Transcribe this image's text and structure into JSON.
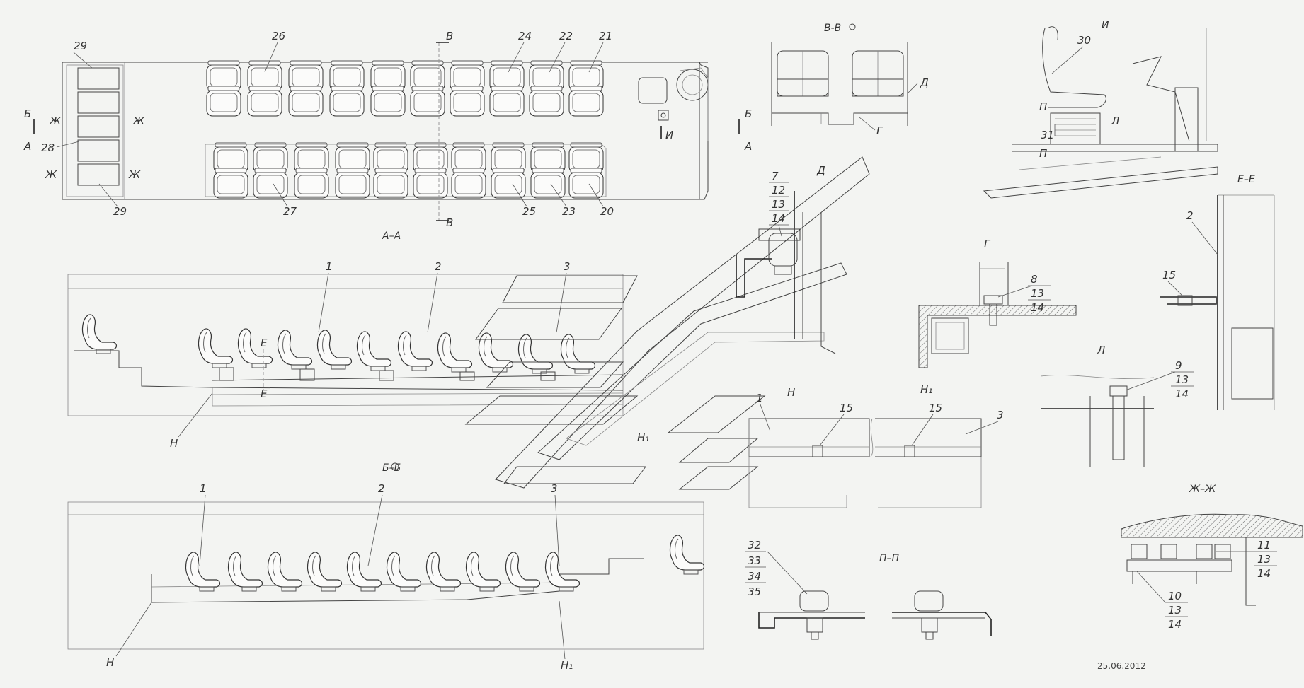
{
  "labels": {
    "sec_AA": "А–А",
    "sec_BB": "Б–Б",
    "sec_VV": "В-В",
    "view_I": "И",
    "sec_EE": "Е–Е",
    "sec_ZhZh": "Ж–Ж",
    "sec_PP": "П–П",
    "view_D": "Д",
    "view_G": "Г",
    "view_L": "Л",
    "view_N": "Н",
    "view_N1": "Н₁",
    "mark_B": "Б",
    "mark_A": "А",
    "mark_Zh": "Ж",
    "mark_V": "В",
    "mark_I": "И",
    "mark_E": "Е",
    "mark_P": "П",
    "mark_D": "Д",
    "mark_G": "Г",
    "mark_L": "Л",
    "mark_N": "Н",
    "mark_N1": "Н₁"
  },
  "plan_callouts": {
    "c29a": "29",
    "c26": "26",
    "c24": "24",
    "c22": "22",
    "c21": "21",
    "c28": "28",
    "c29b": "29",
    "c27": "27",
    "c25": "25",
    "c23": "23",
    "c20": "20"
  },
  "aa_callouts": {
    "c1": "1",
    "c2": "2",
    "c3": "3"
  },
  "bb_callouts": {
    "c1": "1",
    "c2": "2",
    "c3": "3"
  },
  "i_callouts": {
    "c30": "30",
    "c31": "31"
  },
  "d_callouts": {
    "c7": "7",
    "c12": "12",
    "c13": "13",
    "c14": "14"
  },
  "g_callouts": {
    "c8": "8",
    "c13": "13",
    "c14": "14"
  },
  "l_callouts": {
    "c9": "9",
    "c13": "13",
    "c14": "14"
  },
  "ee_callouts": {
    "c2": "2",
    "c15": "15"
  },
  "n_callouts": {
    "c1": "1",
    "c15a": "15",
    "c15b": "15",
    "c3": "3"
  },
  "zh_callouts": {
    "c11": "11",
    "c13a": "13",
    "c14a": "14",
    "c10": "10",
    "c13b": "13",
    "c14b": "14"
  },
  "pp_callouts": {
    "c32": "32",
    "c33": "33",
    "c34": "34",
    "c35": "35"
  },
  "date": "25.06.2012"
}
